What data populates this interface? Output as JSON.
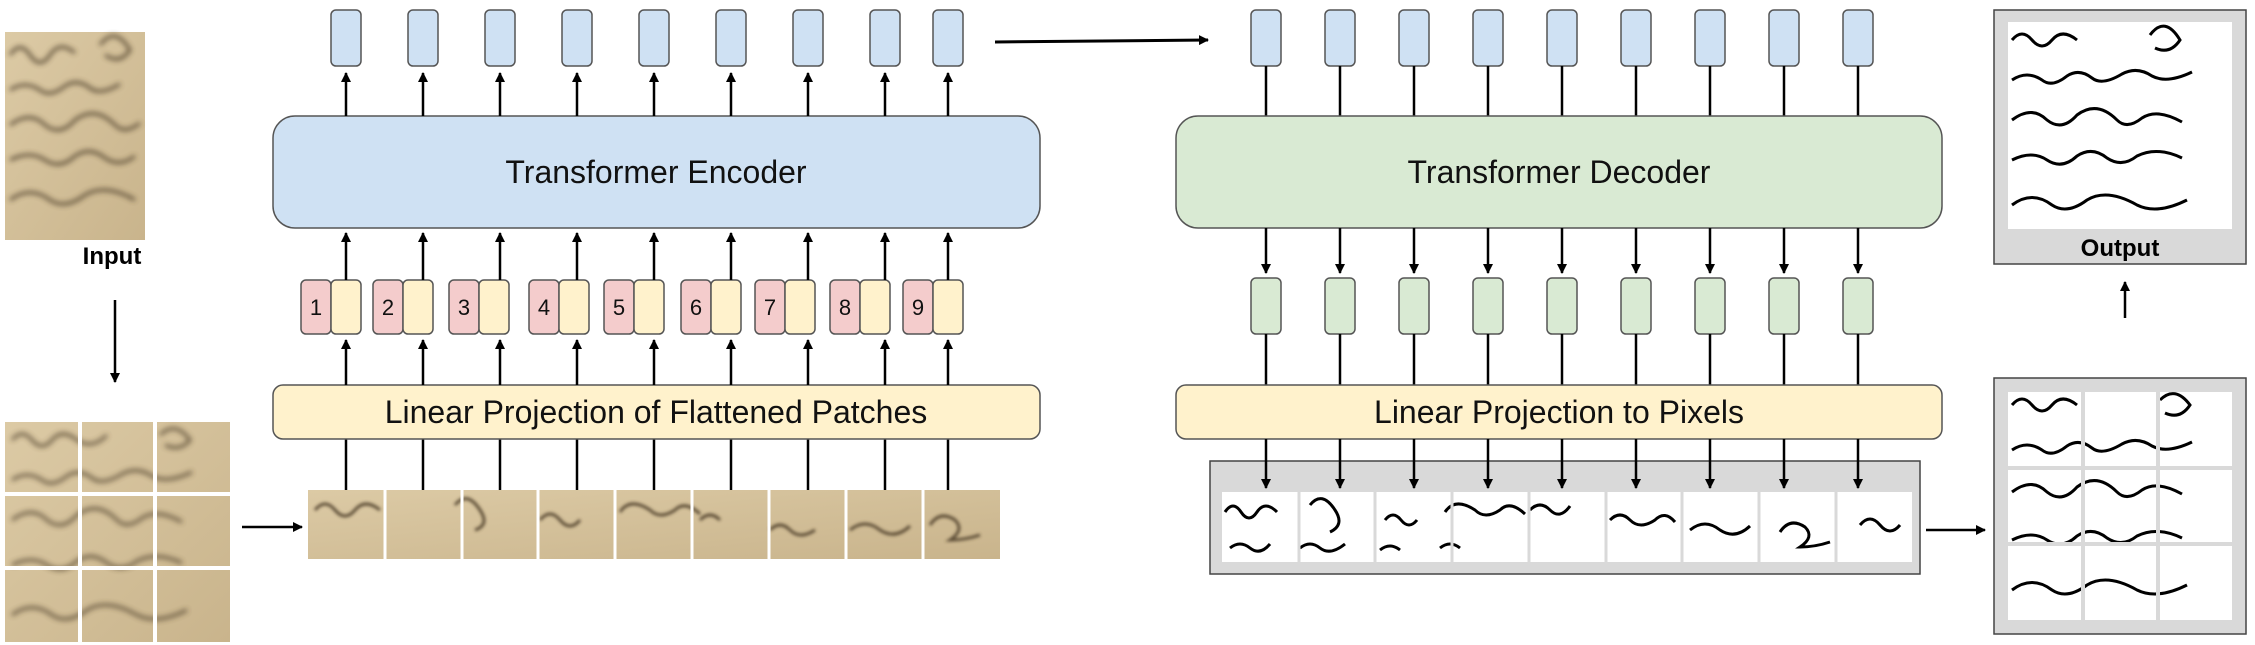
{
  "input_caption": "Input",
  "output_caption": "Output",
  "encoder_label": "Transformer Encoder",
  "decoder_label": "Transformer Decoder",
  "encoder_projection_label": "Linear Projection of Flattened Patches",
  "decoder_projection_label": "Linear Projection to Pixels",
  "position_labels": [
    "1",
    "2",
    "3",
    "4",
    "5",
    "6",
    "7",
    "8",
    "9"
  ],
  "colors": {
    "encoder": "#cfe1f3",
    "decoder": "#d9ead3",
    "projection": "#fff2cc",
    "position": "#f4cccc",
    "parchment": "#d2c09b",
    "frame": "#d9d9d9"
  }
}
